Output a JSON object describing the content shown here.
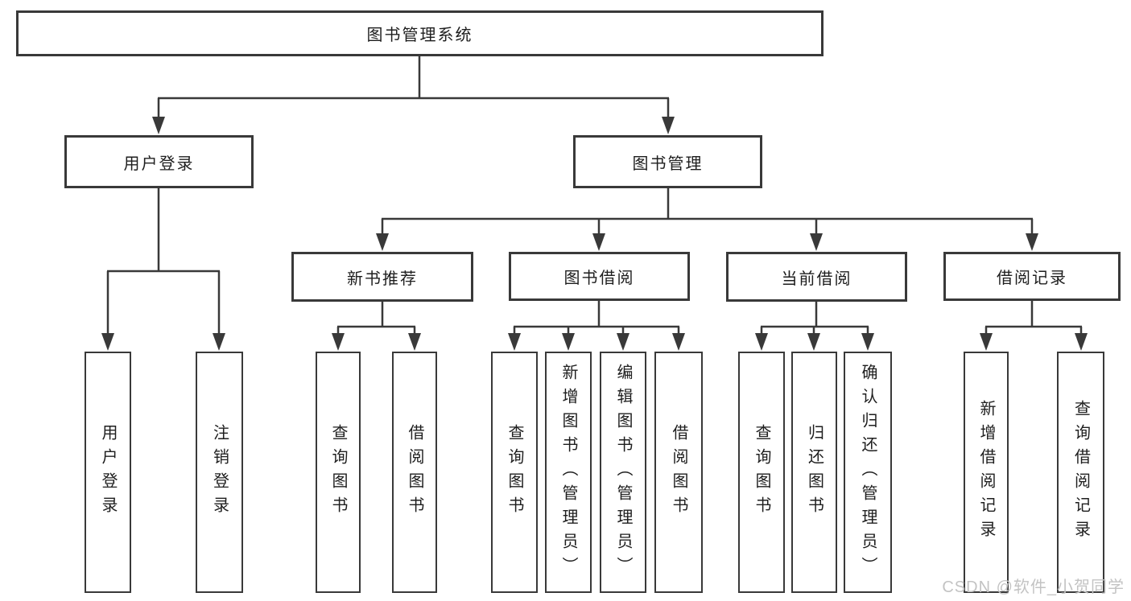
{
  "diagram": {
    "root_label": "图书管理系统",
    "level1": [
      {
        "label": "用户登录"
      },
      {
        "label": "图书管理"
      }
    ],
    "level2": [
      {
        "label": "新书推荐"
      },
      {
        "label": "图书借阅"
      },
      {
        "label": "当前借阅"
      },
      {
        "label": "借阅记录"
      }
    ],
    "leaves": {
      "user_login": [
        "用户登录",
        "注销登录"
      ],
      "new_book_recommend": [
        "查询图书",
        "借阅图书"
      ],
      "book_borrowing": [
        "查询图书",
        "新增图书（管理员）",
        "编辑图书（管理员）",
        "借阅图书"
      ],
      "current_borrowing": [
        "查询图书",
        "归还图书",
        "确认归还（管理员）"
      ],
      "borrowing_records": [
        "新增借阅记录",
        "查询借阅记录"
      ]
    }
  },
  "watermark": "CSDN @软件_小贺同学",
  "colors": {
    "line": "#393939",
    "text": "#1e1e1e",
    "background": "#ffffff",
    "watermark": "#c3c3c3"
  }
}
